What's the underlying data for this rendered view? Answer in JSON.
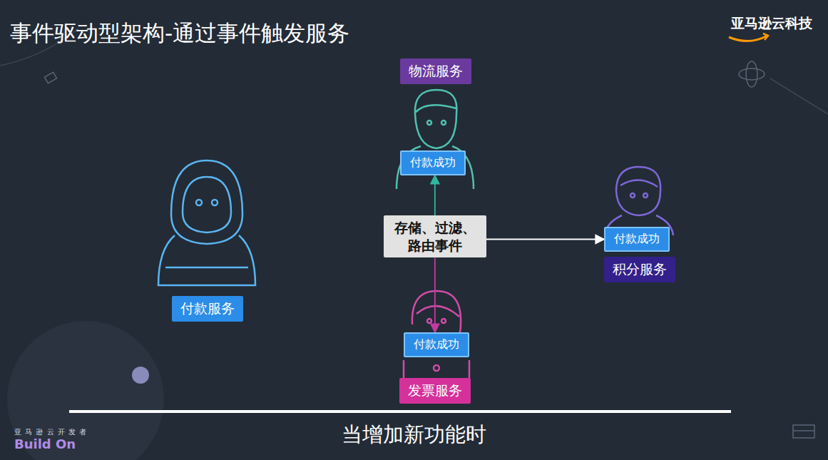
{
  "diagram": {
    "title": "事件驱动型架构-通过事件触发服务",
    "caption": "当增加新功能时",
    "nodes": [
      {
        "text": [
          "物流服务"
        ]
      },
      {
        "text": [
          "付款成功"
        ]
      },
      {
        "text": [
          "存储、过滤、路由事件"
        ]
      },
      {
        "text": [
          "付款成功"
        ]
      },
      {
        "text": [
          "积分服务"
        ]
      },
      {
        "text": [
          "付款服务"
        ]
      },
      {
        "text": [
          "付款成功"
        ]
      },
      {
        "text": [
          "发票服务"
        ]
      }
    ],
    "edges": [
      {
        "from": 2,
        "to": 1,
        "arrow": "to"
      },
      {
        "from": 2,
        "to": 3,
        "arrow": "to"
      },
      {
        "from": 2,
        "to": 6,
        "arrow": "to"
      }
    ],
    "labels": [
      "亚马逊云科技",
      "亚 马 逊 云 开 发 者",
      "Build On"
    ]
  }
}
